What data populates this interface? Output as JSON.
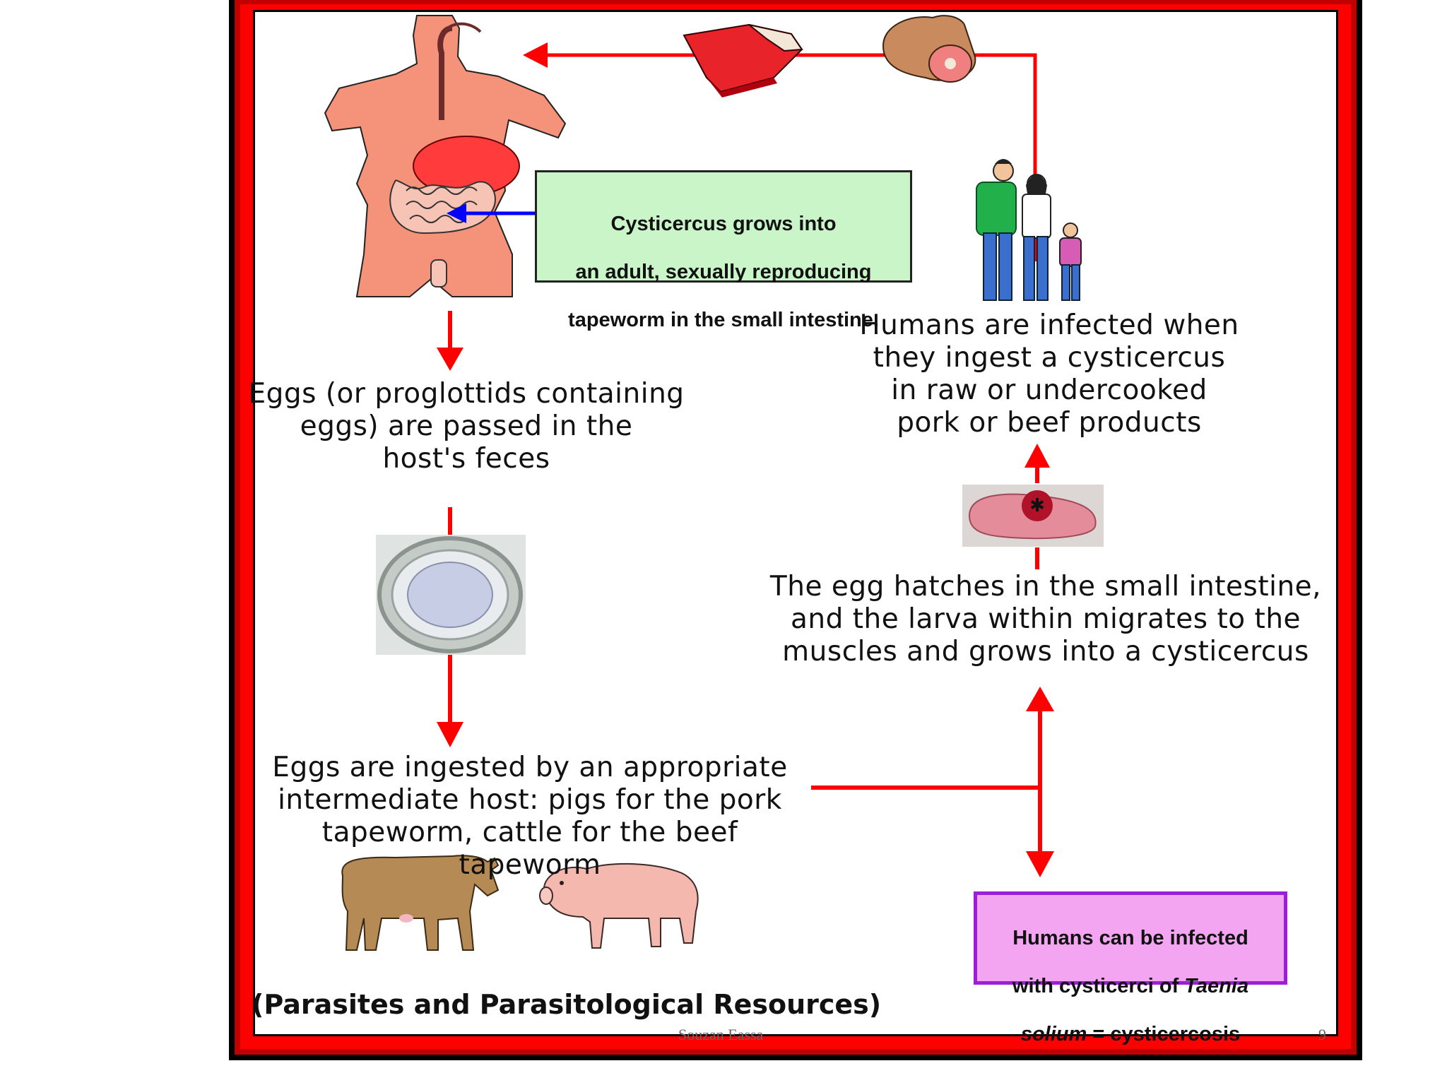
{
  "diagram": {
    "box_adult": {
      "lines": [
        "Cysticercus grows into",
        "an adult, sexually reproducing",
        "tapeworm in the small intestine."
      ]
    },
    "step_humans_infected": "Humans are infected when\nthey ingest a cysticercus\nin raw or undercooked\npork or beef products",
    "step_eggs_passed": "Eggs (or proglottids containing\neggs) are passed in the\nhost's feces",
    "step_egg_hatches": "The egg hatches in the small intestine,\nand the larva within migrates to the\nmuscles and grows into a cysticercus",
    "step_eggs_ingested": "Eggs are ingested by an appropriate\nintermediate host: pigs for the pork\ntapeworm, cattle for the beef tapeworm",
    "box_cysticercosis": {
      "line1": "Humans can be infected",
      "line2_pre": "with cysticerci of ",
      "line2_italic": "Taenia",
      "line3_italic": "solium",
      "line3_post": " = cysticercosis"
    },
    "credit": "(Parasites and Parasitological Resources)"
  },
  "footer": {
    "author": "Souzan Eassa",
    "page": "9"
  },
  "colors": {
    "arrow_red": "#ff0000",
    "arrow_blue": "#0000ff",
    "frame_red": "#ff0000",
    "box_green": "#c9f5c9",
    "box_purple_fill": "#f4a5f2",
    "box_purple_border": "#9b1fd6"
  },
  "icons": [
    "human-torso-digestive-icon",
    "meat-steak-icon",
    "ham-icon",
    "family-icon",
    "tapeworm-egg-icon",
    "oncosphere-larva-icon",
    "cow-icon",
    "pig-icon"
  ]
}
